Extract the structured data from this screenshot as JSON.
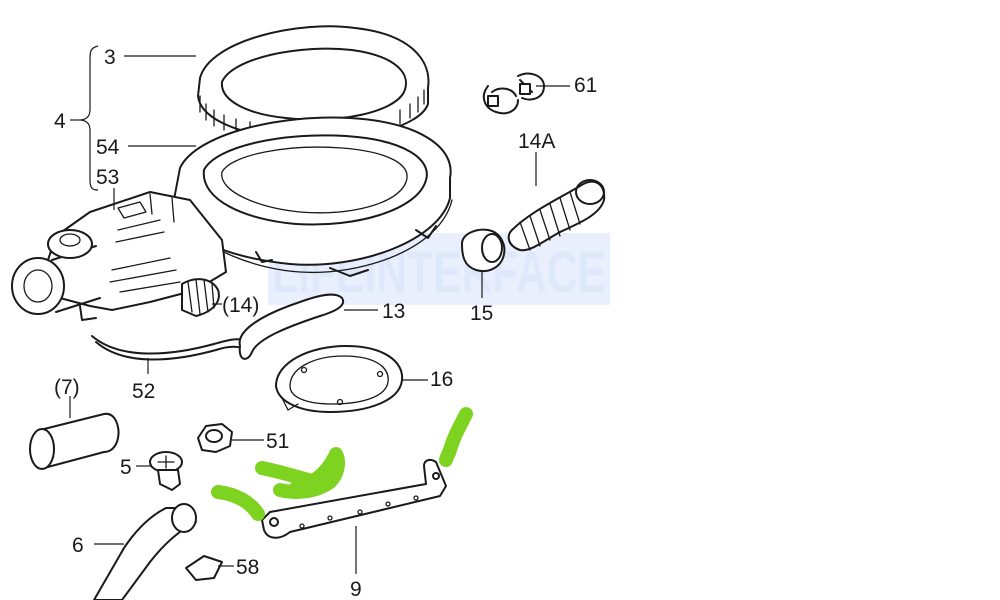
{
  "watermark": "LIFEINTERFACE",
  "callouts": {
    "c3": "3",
    "c4": "4",
    "c54": "54",
    "c53": "53",
    "c61": "61",
    "c14a": "14A",
    "c14": "(14)",
    "c13": "13",
    "c15": "15",
    "c16": "16",
    "c52": "52",
    "c7": "(7)",
    "c51": "51",
    "c5": "5",
    "c6": "6",
    "c58": "58",
    "c9": "9"
  },
  "colors": {
    "ink": "#1a1a1a",
    "highlight": "#7ed321",
    "watermark": "#dfe8fb",
    "background": "#ffffff"
  }
}
